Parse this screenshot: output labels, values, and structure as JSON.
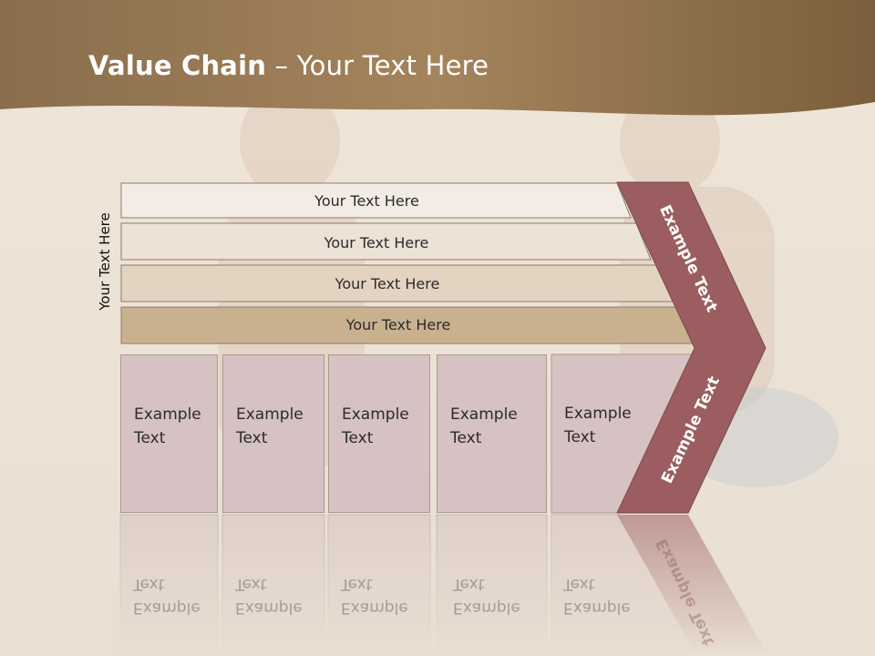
{
  "slide": {
    "title_bold": "Value Chain",
    "title_rest": " – Your Text Here",
    "side_label": "Your Text Here"
  },
  "rows": [
    {
      "label": "Your Text Here",
      "color": "#f1ebe3"
    },
    {
      "label": "Your Text Here",
      "color": "#eae0d3"
    },
    {
      "label": "Your Text Here",
      "color": "#e2d3bf"
    },
    {
      "label": "Your Text Here",
      "color": "#c9b292"
    }
  ],
  "cards": [
    {
      "label": "Example\nText"
    },
    {
      "label": "Example\nText"
    },
    {
      "label": "Example\nText"
    },
    {
      "label": "Example\nText"
    },
    {
      "label": "Example\nText"
    }
  ],
  "chevron": {
    "upper_label": "Example Text",
    "lower_label": "Example Text",
    "color": "#9b5d5f"
  },
  "colors": {
    "header_dark": "#7b5f3c",
    "header_light": "#b08a5c",
    "background": "#ece3d6",
    "card": "#d6c1c3"
  }
}
